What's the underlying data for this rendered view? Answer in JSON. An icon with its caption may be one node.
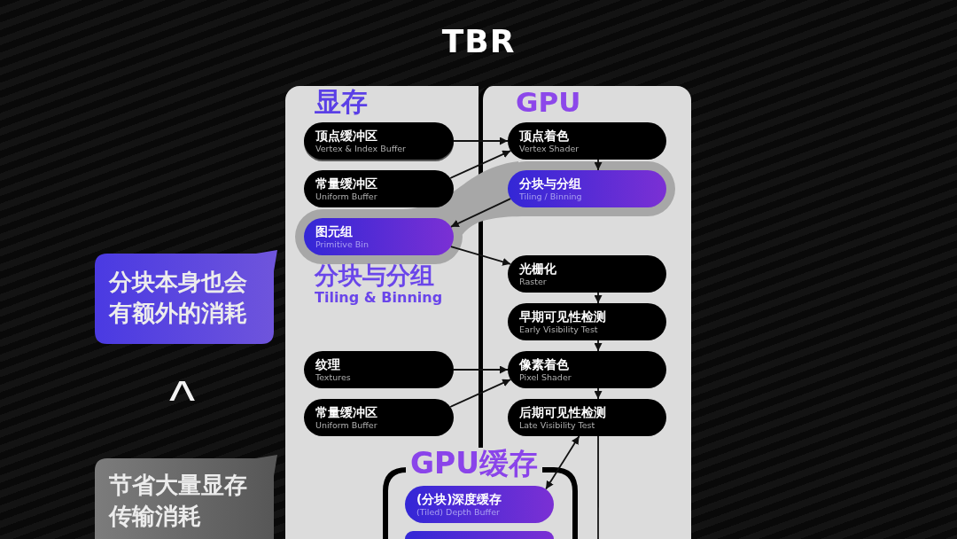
{
  "diagram": {
    "title": "TBR",
    "nodes": [
      {
        "text": [
          "显存"
        ]
      },
      {
        "text": [
          "顶点缓冲区",
          "Vertex & Index Buffer"
        ],
        "in": 0
      },
      {
        "text": [
          "常量缓冲区",
          "Uniform Buffer"
        ],
        "in": 0
      },
      {
        "text": [
          "图元组",
          "Primitive Bin"
        ],
        "in": 0
      },
      {
        "text": [
          "纹理",
          "Textures"
        ],
        "in": 0
      },
      {
        "text": [
          "常量缓冲区",
          "Uniform Buffer"
        ],
        "in": 0
      },
      {
        "text": [
          "GPU"
        ]
      },
      {
        "text": [
          "顶点着色",
          "Vertex Shader"
        ],
        "in": 6
      },
      {
        "text": [
          "分块与分组",
          "Tiling / Binning"
        ],
        "in": 6
      },
      {
        "text": [
          "光栅化",
          "Raster"
        ],
        "in": 6
      },
      {
        "text": [
          "早期可见性检测",
          "Early Visibility Test"
        ],
        "in": 6
      },
      {
        "text": [
          "像素着色",
          "Pixel Shader"
        ],
        "in": 6
      },
      {
        "text": [
          "后期可见性检测",
          "Late Visibility Test"
        ],
        "in": 6
      },
      {
        "text": [
          "GPU缓存"
        ]
      },
      {
        "text": [
          "(分块)深度缓存",
          "(Tiled) Depth Buffer"
        ],
        "in": 13
      },
      {
        "text": [],
        "shape": "box",
        "in": 13
      },
      {
        "text": [
          "分块本身也会有额外的消耗"
        ]
      },
      {
        "text": [
          "节省大量显存传输消耗"
        ]
      }
    ],
    "edges": [
      {
        "from": 1,
        "to": 7,
        "arrow": "to"
      },
      {
        "from": 2,
        "to": 7,
        "arrow": "to"
      },
      {
        "from": 7,
        "to": 8,
        "arrow": "to"
      },
      {
        "from": 8,
        "to": 3,
        "arrow": "to"
      },
      {
        "from": 3,
        "to": 9,
        "arrow": "to"
      },
      {
        "from": 9,
        "to": 10,
        "arrow": "to"
      },
      {
        "from": 10,
        "to": 11,
        "arrow": "to"
      },
      {
        "from": 4,
        "to": 11,
        "arrow": "to"
      },
      {
        "from": 5,
        "to": 11,
        "arrow": "to"
      },
      {
        "from": 11,
        "to": 12,
        "arrow": "to"
      },
      {
        "from": 12,
        "to": 14,
        "arrow": "both"
      },
      {
        "from": 12,
        "to": null,
        "arrow": "none"
      }
    ],
    "labels": [
      "分块与分组",
      "Tiling & Binning",
      "^"
    ]
  }
}
